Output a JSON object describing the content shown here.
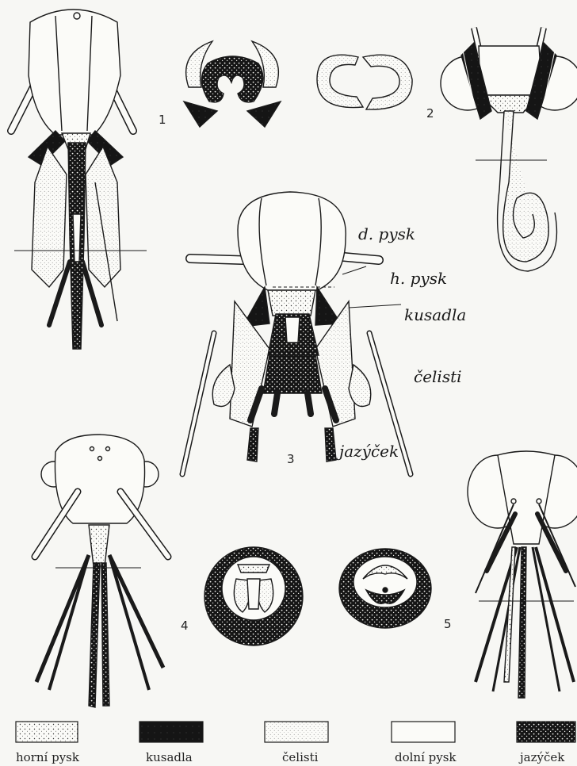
{
  "figure_numbers": [
    "1",
    "2",
    "3",
    "4",
    "5"
  ],
  "handwritten_labels": [
    "d. pysk",
    "h. pysk",
    "kusadla",
    "čelisti",
    "jazýček"
  ],
  "legend": [
    {
      "label": "horní pysk",
      "pattern": "sparse-dots"
    },
    {
      "label": "kusadla",
      "pattern": "solid-dark"
    },
    {
      "label": "čelisti",
      "pattern": "light-dots"
    },
    {
      "label": "dolní pysk",
      "pattern": "blank"
    },
    {
      "label": "jazýček",
      "pattern": "dark-dots"
    }
  ],
  "colors": {
    "ink": "#1a1a1a",
    "paper": "#f7f7f4"
  }
}
